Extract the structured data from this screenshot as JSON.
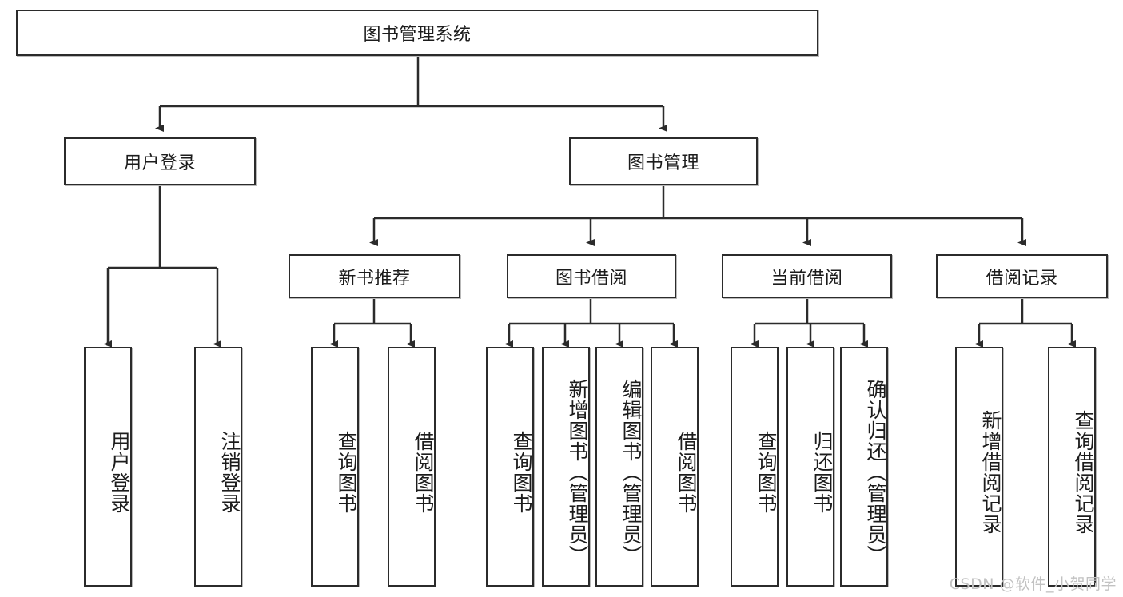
{
  "diagram": {
    "type": "tree",
    "title": "图书管理系统",
    "root": {
      "label": "图书管理系统"
    },
    "level1": [
      {
        "label": "用户登录"
      },
      {
        "label": "图书管理"
      }
    ],
    "level2": [
      {
        "label": "新书推荐",
        "parent": "图书管理"
      },
      {
        "label": "图书借阅",
        "parent": "图书管理"
      },
      {
        "label": "当前借阅",
        "parent": "图书管理"
      },
      {
        "label": "借阅记录",
        "parent": "图书管理"
      }
    ],
    "leaves": {
      "user_login": [
        {
          "label": "用户登录"
        },
        {
          "label": "注销登录"
        }
      ],
      "new_book": [
        {
          "label": "查询图书"
        },
        {
          "label": "借阅图书"
        }
      ],
      "borrow": [
        {
          "label": "查询图书"
        },
        {
          "label": "新增图书（管理员）"
        },
        {
          "label": "编辑图书（管理员）"
        },
        {
          "label": "借阅图书"
        }
      ],
      "current": [
        {
          "label": "查询图书"
        },
        {
          "label": "归还图书"
        },
        {
          "label": "确认归还（管理员）"
        }
      ],
      "records": [
        {
          "label": "新增借阅记录"
        },
        {
          "label": "查询借阅记录"
        }
      ]
    }
  },
  "watermark": {
    "text": "CSDN @软件_小贺同学"
  },
  "colors": {
    "border": "#2b2b2b",
    "background": "#ffffff",
    "text": "#1c1c1c",
    "watermark": "#c2c2c2"
  }
}
